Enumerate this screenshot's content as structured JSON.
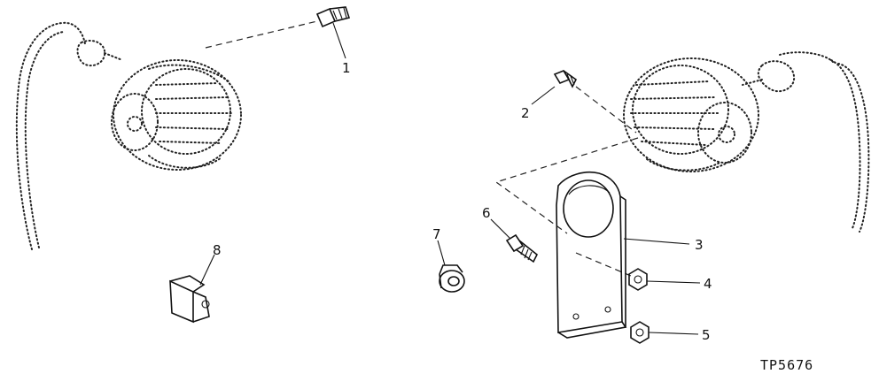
{
  "figure_id": "TP5676",
  "callouts": [
    {
      "num": "1"
    },
    {
      "num": "2"
    },
    {
      "num": "3"
    },
    {
      "num": "4"
    },
    {
      "num": "5"
    },
    {
      "num": "6"
    },
    {
      "num": "7"
    },
    {
      "num": "8"
    }
  ],
  "colors": {
    "ink": "#111111",
    "paper": "#ffffff"
  }
}
